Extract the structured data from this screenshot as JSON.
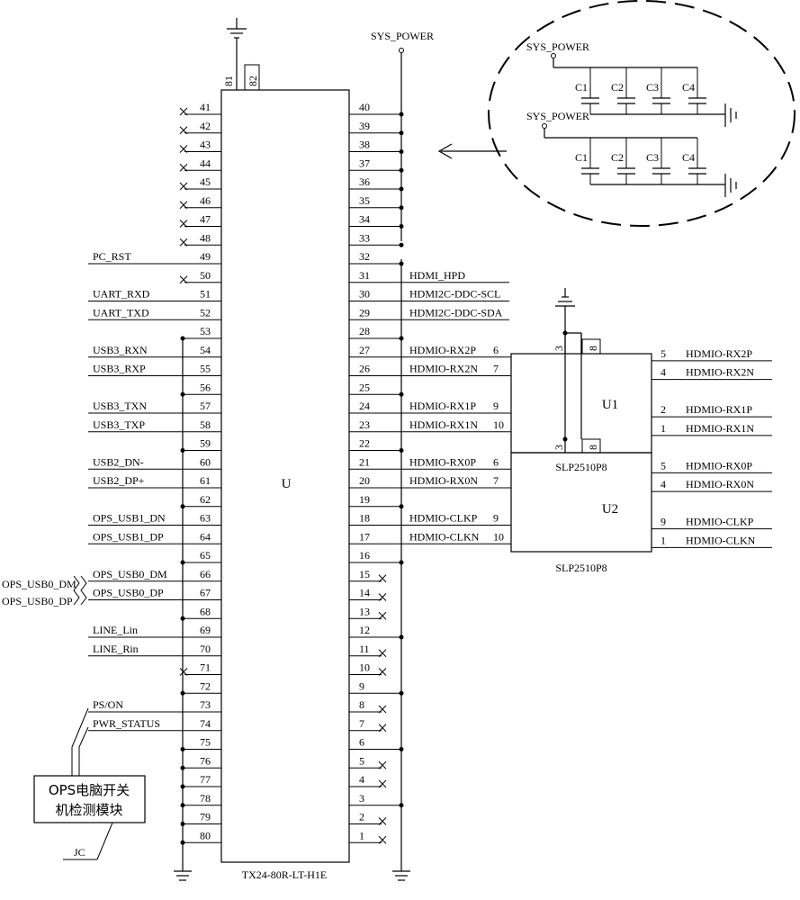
{
  "connector": {
    "ref": "U",
    "part": "TX24-80R-LT-H1E",
    "top_pins": [
      "81",
      "82"
    ],
    "net_sys_power": "SYS_POWER"
  },
  "left_pins": [
    {
      "pin": "41",
      "net": "",
      "nc": true
    },
    {
      "pin": "42",
      "net": "",
      "nc": true
    },
    {
      "pin": "43",
      "net": "",
      "nc": true
    },
    {
      "pin": "44",
      "net": "",
      "nc": true
    },
    {
      "pin": "45",
      "net": "",
      "nc": true
    },
    {
      "pin": "46",
      "net": "",
      "nc": true
    },
    {
      "pin": "47",
      "net": "",
      "nc": true
    },
    {
      "pin": "48",
      "net": "",
      "nc": true
    },
    {
      "pin": "49",
      "net": "PC_RST",
      "nc": false
    },
    {
      "pin": "50",
      "net": "",
      "nc": true
    },
    {
      "pin": "51",
      "net": "UART_RXD",
      "nc": false
    },
    {
      "pin": "52",
      "net": "UART_TXD",
      "nc": false
    },
    {
      "pin": "53",
      "net": "",
      "nc": false,
      "gnd": true
    },
    {
      "pin": "54",
      "net": "USB3_RXN",
      "nc": false
    },
    {
      "pin": "55",
      "net": "USB3_RXP",
      "nc": false
    },
    {
      "pin": "56",
      "net": "",
      "nc": false,
      "gnd": true
    },
    {
      "pin": "57",
      "net": "USB3_TXN",
      "nc": false
    },
    {
      "pin": "58",
      "net": "USB3_TXP",
      "nc": false
    },
    {
      "pin": "59",
      "net": "",
      "nc": false,
      "gnd": true
    },
    {
      "pin": "60",
      "net": "USB2_DN-",
      "nc": false
    },
    {
      "pin": "61",
      "net": "USB2_DP+",
      "nc": false
    },
    {
      "pin": "62",
      "net": "",
      "nc": false,
      "gnd": true
    },
    {
      "pin": "63",
      "net": "OPS_USB1_DN",
      "nc": false
    },
    {
      "pin": "64",
      "net": "OPS_USB1_DP",
      "nc": false
    },
    {
      "pin": "65",
      "net": "",
      "nc": false,
      "gnd": true
    },
    {
      "pin": "66",
      "net": "OPS_USB0_DM",
      "nc": false
    },
    {
      "pin": "67",
      "net": "OPS_USB0_DP",
      "nc": false
    },
    {
      "pin": "68",
      "net": "",
      "nc": false,
      "gnd": true
    },
    {
      "pin": "69",
      "net": "LINE_Lin",
      "nc": false
    },
    {
      "pin": "70",
      "net": "LINE_Rin",
      "nc": false
    },
    {
      "pin": "71",
      "net": "",
      "nc": true
    },
    {
      "pin": "72",
      "net": "",
      "nc": false,
      "gnd": true
    },
    {
      "pin": "73",
      "net": "PS/ON",
      "nc": false
    },
    {
      "pin": "74",
      "net": "PWR_STATUS",
      "nc": false
    },
    {
      "pin": "75",
      "net": "",
      "nc": false,
      "gnd": true
    },
    {
      "pin": "76",
      "net": "",
      "nc": false,
      "gnd": true
    },
    {
      "pin": "77",
      "net": "",
      "nc": false,
      "gnd": true
    },
    {
      "pin": "78",
      "net": "",
      "nc": false,
      "gnd": true
    },
    {
      "pin": "79",
      "net": "",
      "nc": false,
      "gnd": true
    },
    {
      "pin": "80",
      "net": "",
      "nc": false,
      "gnd": true
    }
  ],
  "right_pins": [
    {
      "pin": "40",
      "net": "",
      "pwr": true
    },
    {
      "pin": "39",
      "net": "",
      "pwr": true
    },
    {
      "pin": "38",
      "net": "",
      "pwr": true
    },
    {
      "pin": "37",
      "net": "",
      "pwr": true
    },
    {
      "pin": "36",
      "net": "",
      "pwr": true
    },
    {
      "pin": "35",
      "net": "",
      "pwr": true
    },
    {
      "pin": "34",
      "net": "",
      "pwr": true
    },
    {
      "pin": "33",
      "net": "",
      "pwr": true
    },
    {
      "pin": "32",
      "net": "",
      "gnd": true
    },
    {
      "pin": "31",
      "net": "HDMI_HPD"
    },
    {
      "pin": "30",
      "net": "HDMI2C-DDC-SCL"
    },
    {
      "pin": "29",
      "net": "HDMI2C-DDC-SDA"
    },
    {
      "pin": "28",
      "net": "",
      "gnd": true
    },
    {
      "pin": "27",
      "net": "HDMIO-RX2P",
      "upin": "6"
    },
    {
      "pin": "26",
      "net": "HDMIO-RX2N",
      "upin": "7"
    },
    {
      "pin": "25",
      "net": "",
      "gnd": true
    },
    {
      "pin": "24",
      "net": "HDMIO-RX1P",
      "upin": "9"
    },
    {
      "pin": "23",
      "net": "HDMIO-RX1N",
      "upin": "10"
    },
    {
      "pin": "22",
      "net": "",
      "gnd": true
    },
    {
      "pin": "21",
      "net": "HDMIO-RX0P",
      "upin": "6"
    },
    {
      "pin": "20",
      "net": "HDMIO-RX0N",
      "upin": "7"
    },
    {
      "pin": "19",
      "net": "",
      "gnd": true
    },
    {
      "pin": "18",
      "net": "HDMIO-CLKP",
      "upin": "9"
    },
    {
      "pin": "17",
      "net": "HDMIO-CLKN",
      "upin": "10"
    },
    {
      "pin": "16",
      "net": "",
      "gnd": true
    },
    {
      "pin": "15",
      "net": "",
      "nc": true
    },
    {
      "pin": "14",
      "net": "",
      "nc": true
    },
    {
      "pin": "13",
      "net": "",
      "nc": true
    },
    {
      "pin": "12",
      "net": "",
      "gnd": true
    },
    {
      "pin": "11",
      "net": "",
      "nc": true
    },
    {
      "pin": "10",
      "net": "",
      "nc": true
    },
    {
      "pin": "9",
      "net": "",
      "gnd": true
    },
    {
      "pin": "8",
      "net": "",
      "nc": true
    },
    {
      "pin": "7",
      "net": "",
      "nc": true
    },
    {
      "pin": "6",
      "net": "",
      "gnd": true
    },
    {
      "pin": "5",
      "net": "",
      "nc": true
    },
    {
      "pin": "4",
      "net": "",
      "nc": true
    },
    {
      "pin": "3",
      "net": "",
      "gnd": true
    },
    {
      "pin": "2",
      "net": "",
      "nc": true
    },
    {
      "pin": "1",
      "net": "",
      "nc": true
    }
  ],
  "u1": {
    "ref": "U1",
    "part": "SLP2510P8",
    "top_pins": [
      "3",
      "8"
    ],
    "bottom_pins": [
      "3",
      "8"
    ],
    "right": [
      {
        "pin": "5",
        "net": "HDMIO-RX2P"
      },
      {
        "pin": "4",
        "net": "HDMIO-RX2N"
      },
      {
        "pin": "2",
        "net": "HDMIO-RX1P"
      },
      {
        "pin": "1",
        "net": "HDMIO-RX1N"
      }
    ]
  },
  "u2": {
    "ref": "U2",
    "part": "SLP2510P8",
    "right": [
      {
        "pin": "5",
        "net": "HDMIO-RX0P"
      },
      {
        "pin": "4",
        "net": "HDMIO-RX0N"
      },
      {
        "pin": "9",
        "net": "HDMIO-CLKP"
      },
      {
        "pin": "1",
        "net": "HDMIO-CLKN"
      }
    ]
  },
  "cap_detail": {
    "sys_power_1": "SYS_POWER",
    "sys_power_2": "SYS_POWER",
    "caps": [
      "C1",
      "C2",
      "C3",
      "C4"
    ]
  },
  "ext_labels": {
    "usb0_dm": "OPS_USB0_DM",
    "usb0_dp": "OPS_USB0_DP"
  },
  "module_box": {
    "line1": "OPS电脑开关",
    "line2": "机检测模块",
    "tag": "JC"
  }
}
